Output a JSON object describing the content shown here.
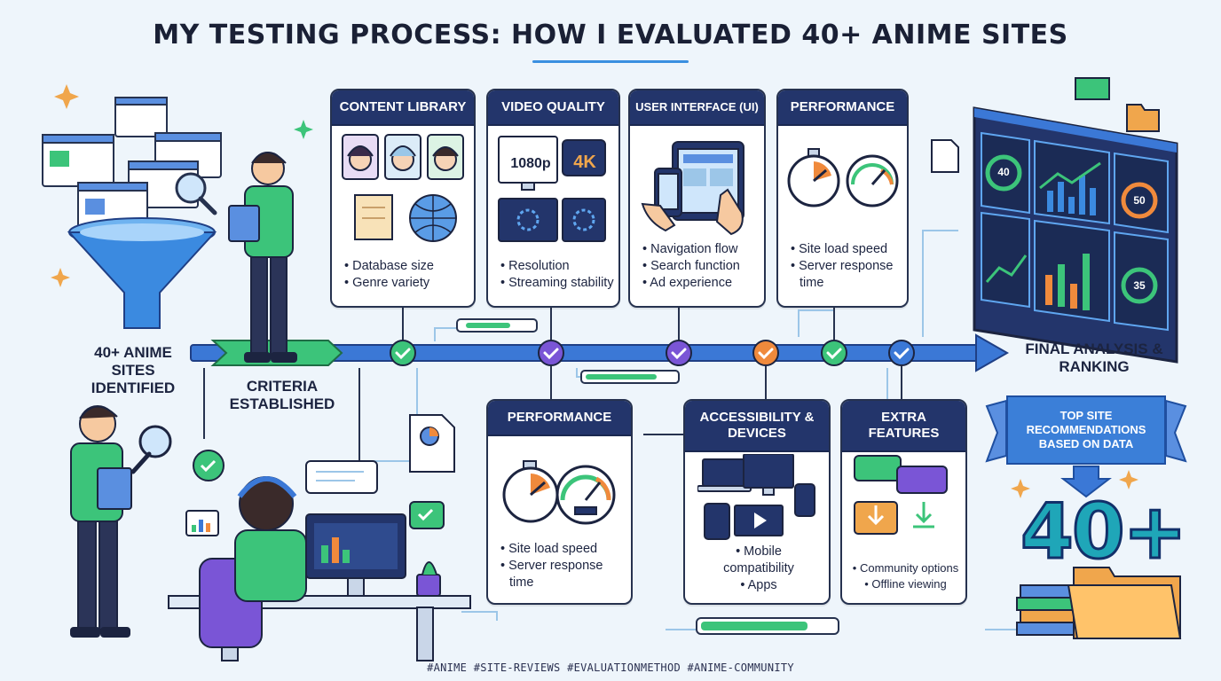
{
  "title": "MY TESTING PROCESS: HOW I EVALUATED 40+ ANIME SITES",
  "stage_start": "40+ ANIME SITES IDENTIFIED",
  "stage_criteria": "CRITERIA ESTABLISHED",
  "stage_final": "FINAL ANALYSIS & RANKING",
  "recommendation": "TOP SITE RECOMMENDATIONS BASED ON DATA",
  "big_number": "40+",
  "resolution_badges": {
    "hd": "1080p",
    "uhd": "4K"
  },
  "dashboard_values": {
    "a": "40",
    "b": "50",
    "c": "35"
  },
  "cards_top": [
    {
      "title": "CONTENT LIBRARY",
      "bullets": [
        "• Database size",
        "• Genre variety"
      ]
    },
    {
      "title": "VIDEO QUALITY",
      "bullets": [
        "• Resolution",
        "• Streaming stability"
      ]
    },
    {
      "title": "USER INTERFACE (UI)",
      "bullets": [
        "• Navigation flow",
        "• Search function",
        "• Ad experience"
      ]
    },
    {
      "title": "PERFORMANCE",
      "bullets": [
        "• Site load speed",
        "• Server response",
        "time"
      ]
    }
  ],
  "cards_bottom": [
    {
      "title": "PERFORMANCE",
      "bullets": [
        "• Site load speed",
        "• Server response",
        "time"
      ]
    },
    {
      "title": "ACCESSIBILITY & DEVICES",
      "bullets": [
        "• Mobile",
        "compatibility",
        "• Apps"
      ]
    },
    {
      "title": "EXTRA FEATURES",
      "bullets": [
        "• Community options",
        "• Offline viewing"
      ]
    }
  ],
  "hashtags": "#ANIME  #SITE-REVIEWS  #EVALUATIONMETHOD  #ANIME-COMMUNITY",
  "colors": {
    "navy": "#23356b",
    "accent": "#3a8fe0",
    "teal": "#1fa6b8",
    "green": "#3cc47a",
    "purple": "#7a55d6",
    "orange": "#f08a3c"
  }
}
